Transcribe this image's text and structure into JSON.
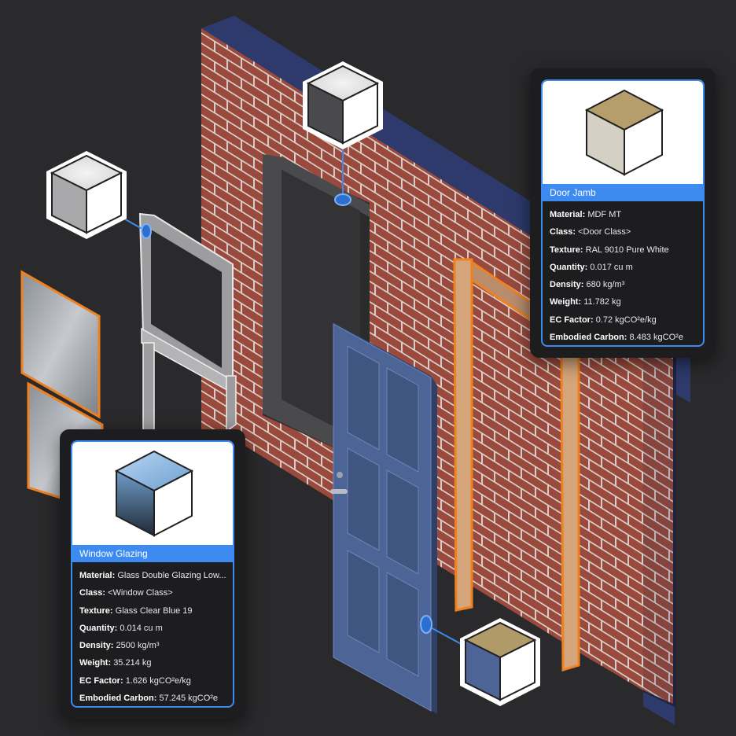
{
  "colors": {
    "background": "#2a2a2c",
    "accent": "#3d8bf0",
    "brick": "#9a4a3c",
    "mortar": "#d9d0cc",
    "door": "#4d6596",
    "highlight": "#f0811f"
  },
  "cards": {
    "jamb": {
      "title": "Door Jamb",
      "rows": [
        {
          "label": "Material:",
          "value": "MDF MT"
        },
        {
          "label": "Class:",
          "value": "<Door Class>"
        },
        {
          "label": "Texture:",
          "value": "RAL 9010 Pure White"
        },
        {
          "label": "Quantity:",
          "value": "0.017 cu m"
        },
        {
          "label": "Density:",
          "value": "680 kg/m³"
        },
        {
          "label": "Weight:",
          "value": "11.782 kg"
        },
        {
          "label": "EC Factor:",
          "value": "0.72 kgCO²e/kg"
        },
        {
          "label": "Embodied Carbon:",
          "value": "8.483 kgCO²e"
        }
      ]
    },
    "glazing": {
      "title": "Window Glazing",
      "rows": [
        {
          "label": "Material:",
          "value": "Glass Double Glazing Low..."
        },
        {
          "label": "Class:",
          "value": "<Window Class>"
        },
        {
          "label": "Texture:",
          "value": "Glass Clear Blue 19"
        },
        {
          "label": "Quantity:",
          "value": "0.014 cu m"
        },
        {
          "label": "Density:",
          "value": "2500 kg/m³"
        },
        {
          "label": "Weight:",
          "value": "35.214 kg"
        },
        {
          "label": "EC Factor:",
          "value": "1.626 kgCO²e/kg"
        },
        {
          "label": "Embodied Carbon:",
          "value": "57.245 kgCO²e"
        }
      ]
    }
  },
  "icons": {
    "brick_wall": "brick-wall-icon",
    "material_cube": "material-cube-icon"
  }
}
